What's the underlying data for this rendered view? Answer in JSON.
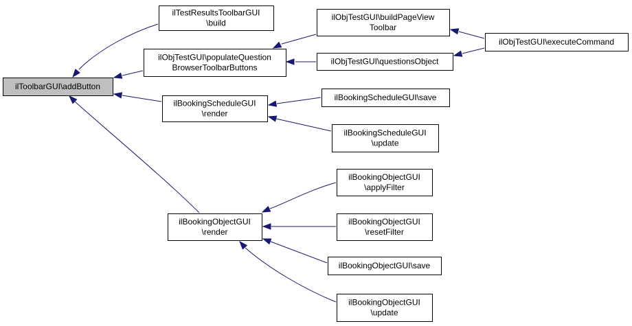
{
  "diagram": {
    "colors": {
      "edge": "#191970",
      "root_fill": "#bfbfbf",
      "node_fill": "#ffffff",
      "node_stroke": "#000000"
    },
    "nodes": {
      "addButton": [
        "ilToolbarGUI\\addButton"
      ],
      "testResultsBuild": [
        "ilTestResultsToolbarGUI",
        "\\build"
      ],
      "populateQuestion": [
        "ilObjTestGUI\\populateQuestion",
        "BrowserToolbarButtons"
      ],
      "bookingScheduleRender": [
        "ilBookingScheduleGUI",
        "\\render"
      ],
      "bookingObjectRender": [
        "ilBookingObjectGUI",
        "\\render"
      ],
      "buildPageView": [
        "ilObjTestGUI\\buildPageView",
        "Toolbar"
      ],
      "questionsObject": [
        "ilObjTestGUI\\questionsObject"
      ],
      "executeCommand": [
        "ilObjTestGUI\\executeCommand"
      ],
      "bookingScheduleSave": [
        "ilBookingScheduleGUI\\save"
      ],
      "bookingScheduleUpdate": [
        "ilBookingScheduleGUI",
        "\\update"
      ],
      "applyFilter": [
        "ilBookingObjectGUI",
        "\\applyFilter"
      ],
      "resetFilter": [
        "ilBookingObjectGUI",
        "\\resetFilter"
      ],
      "bookingObjectSave": [
        "ilBookingObjectGUI\\save"
      ],
      "bookingObjectUpdate": [
        "ilBookingObjectGUI",
        "\\update"
      ]
    },
    "edges": [
      {
        "from": "testResultsBuild",
        "to": "addButton"
      },
      {
        "from": "populateQuestion",
        "to": "addButton"
      },
      {
        "from": "bookingScheduleRender",
        "to": "addButton"
      },
      {
        "from": "bookingObjectRender",
        "to": "addButton"
      },
      {
        "from": "buildPageView",
        "to": "populateQuestion"
      },
      {
        "from": "questionsObject",
        "to": "populateQuestion"
      },
      {
        "from": "executeCommand",
        "to": "buildPageView"
      },
      {
        "from": "executeCommand",
        "to": "questionsObject"
      },
      {
        "from": "bookingScheduleSave",
        "to": "bookingScheduleRender"
      },
      {
        "from": "bookingScheduleUpdate",
        "to": "bookingScheduleRender"
      },
      {
        "from": "applyFilter",
        "to": "bookingObjectRender"
      },
      {
        "from": "resetFilter",
        "to": "bookingObjectRender"
      },
      {
        "from": "bookingObjectSave",
        "to": "bookingObjectRender"
      },
      {
        "from": "bookingObjectUpdate",
        "to": "bookingObjectRender"
      }
    ]
  }
}
